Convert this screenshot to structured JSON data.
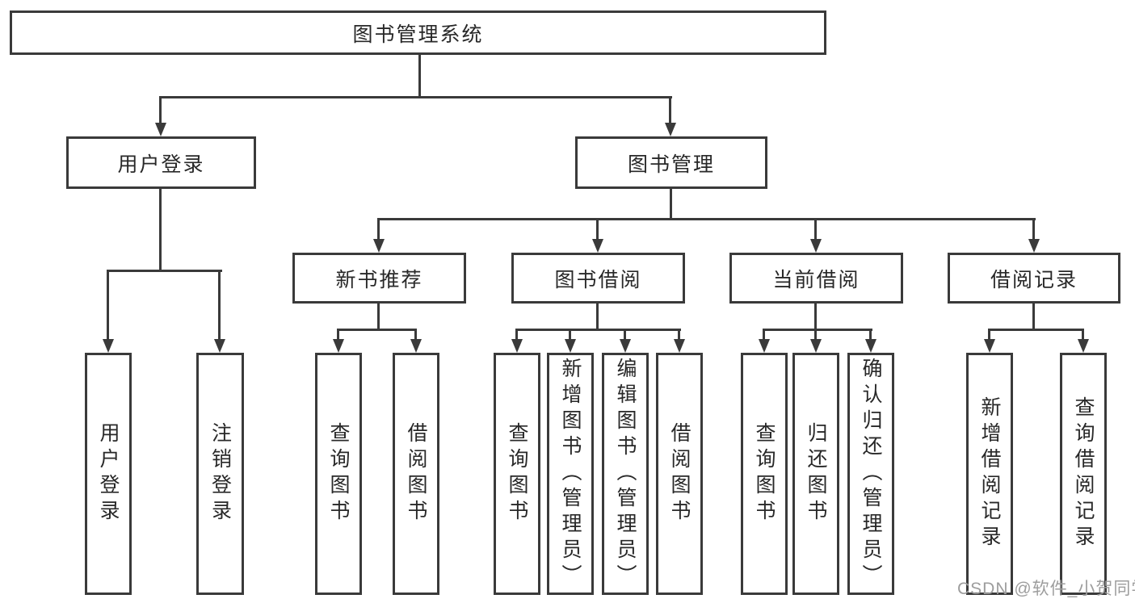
{
  "diagram": {
    "title_node": {
      "label": "图书管理系统"
    },
    "level2": [
      {
        "label": "用户登录"
      },
      {
        "label": "图书管理"
      }
    ],
    "level3": [
      {
        "label": "新书推荐"
      },
      {
        "label": "图书借阅"
      },
      {
        "label": "当前借阅"
      },
      {
        "label": "借阅记录"
      }
    ],
    "leaves": {
      "user_login": [
        {
          "label": "用户登录"
        },
        {
          "label": "注销登录"
        }
      ],
      "new_book": [
        {
          "label": "查询图书"
        },
        {
          "label": "借阅图书"
        }
      ],
      "book_borrow": [
        {
          "label": "查询图书"
        },
        {
          "label": "新增图书（管理员）"
        },
        {
          "label": "编辑图书（管理员）"
        },
        {
          "label": "借阅图书"
        }
      ],
      "current_borrow": [
        {
          "label": "查询图书"
        },
        {
          "label": "归还图书"
        },
        {
          "label": "确认归还（管理员）"
        }
      ],
      "borrow_record": [
        {
          "label": "新增借阅记录"
        },
        {
          "label": "查询借阅记录"
        }
      ]
    }
  },
  "watermark": {
    "text": "CSDN @软件_小贺同学"
  },
  "colors": {
    "line": "#3a3a3a",
    "text": "#282828",
    "background": "#ffffff",
    "watermark": "#9d9d9d"
  }
}
